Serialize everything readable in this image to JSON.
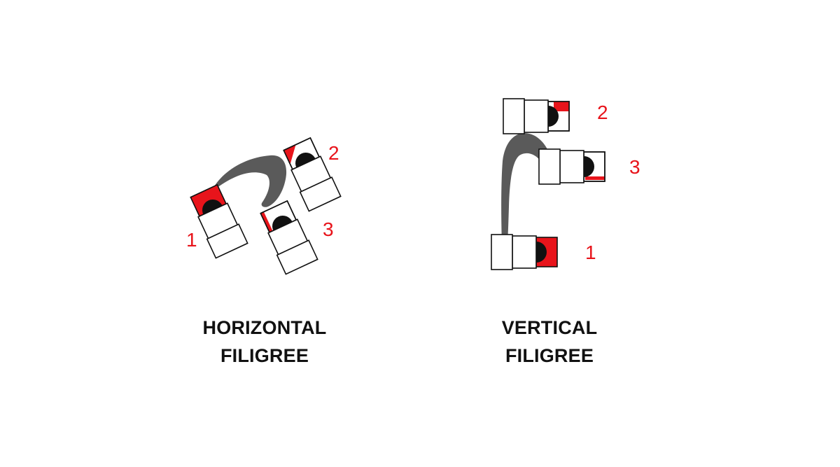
{
  "colors": {
    "accent": "#e8141b",
    "ink": "#5a5a5a",
    "outline": "#111111",
    "text": "#111111"
  },
  "horizontal": {
    "caption_line1": "HORIZONTAL",
    "caption_line2": "FILIGREE",
    "labels": [
      "1",
      "2",
      "3"
    ]
  },
  "vertical": {
    "caption_line1": "VERTICAL",
    "caption_line2": "FILIGREE",
    "labels": [
      "2",
      "3",
      "1"
    ]
  }
}
